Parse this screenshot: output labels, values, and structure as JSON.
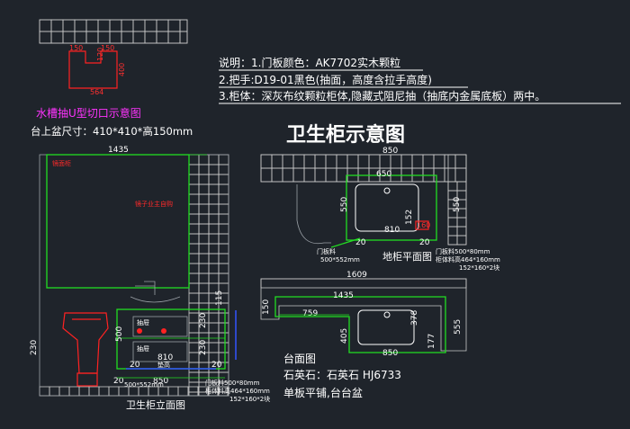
{
  "notes": {
    "line1": "说明：1.门板颜色：AK7702实木颗粒",
    "line2": "2.把手:D19-01黑色(抽面，高度含拉手高度)",
    "line3": "3.柜体：深灰布纹颗粒柜体,隐藏式阻尼抽（抽底内金属底板）两中。"
  },
  "titles": {
    "main": "卫生柜示意图",
    "u_cut": "水槽抽U型切口示意图",
    "basin_size": "台上盆尺寸：410*410*高150mm",
    "floor_plan": "地柜平面图",
    "elevation": "卫生柜立面图",
    "counter": "台面图",
    "quartz": "石英石：石英石 HJ6733",
    "install": "单板平铺,台台盆"
  },
  "ucut_dims": {
    "a": "150",
    "b": "150",
    "c": "120",
    "d": "400",
    "e": "564"
  },
  "elevation_dims": {
    "width": "1435",
    "h1": "500",
    "h2": "230",
    "h3": "230",
    "h4": "230",
    "side": "115",
    "w1": "20",
    "w2": "810",
    "w3": "20",
    "w4": "850",
    "w5": "20"
  },
  "elevation_labels": {
    "mirror": "镜面柜",
    "mirror2": "镜子业主自购",
    "door": "门板料500*80mm",
    "door2": "500*552mm",
    "cabinet": "柜体料高464*160mm",
    "cabinet2": "152*160*2块",
    "drawer1": "抽屉",
    "drawer2": "抽屉",
    "bottom": "垫高"
  },
  "floor_plan_dims": {
    "top": "850",
    "inner": "650",
    "h550a": "550",
    "h550b": "550",
    "w810": "810",
    "d152": "152",
    "d160": "160",
    "w20a": "20",
    "w20b": "20",
    "door": "门板料",
    "door_size": "500*552mm",
    "side": "门板料500*80mm",
    "side2": "柜体料高464*160mm",
    "side3": "152*160*2块"
  },
  "counter_dims": {
    "total": "1609",
    "w1435": "1435",
    "w759": "759",
    "d150": "150",
    "d405": "405",
    "d378": "378",
    "w850": "850",
    "d177": "177",
    "d555": "555"
  }
}
